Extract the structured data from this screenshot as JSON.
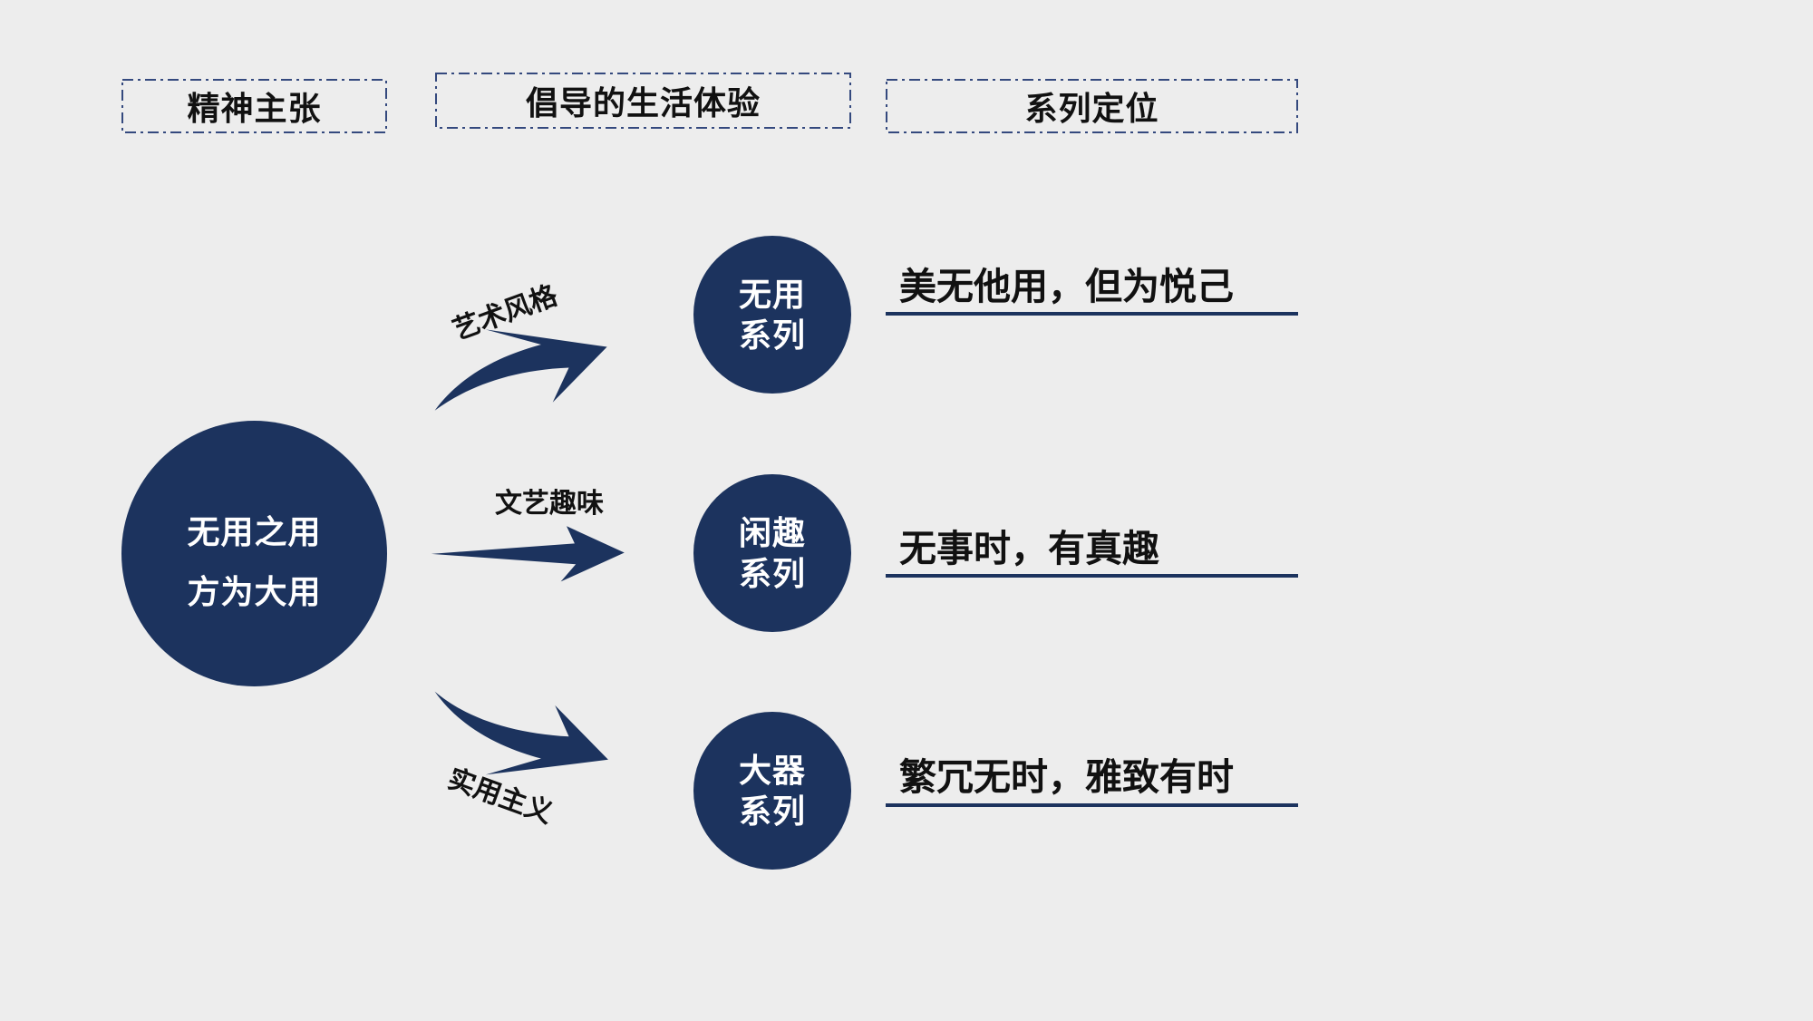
{
  "headers": [
    "精神主张",
    "倡导的生活体验",
    "系列定位"
  ],
  "core": {
    "line1": "无用之用",
    "line2": "方为大用"
  },
  "arrows": [
    {
      "label": "艺术风格"
    },
    {
      "label": "文艺趣味"
    },
    {
      "label": "实用主义"
    }
  ],
  "series": [
    {
      "name_line1": "无用",
      "name_line2": "系列",
      "tagline": "美无他用，但为悦己"
    },
    {
      "name_line1": "闲趣",
      "name_line2": "系列",
      "tagline": "无事时，有真趣"
    },
    {
      "name_line1": "大器",
      "name_line2": "系列",
      "tagline": "繁冗无时，雅致有时"
    }
  ],
  "colors": {
    "navy": "#1c335e",
    "frame": "#34497e",
    "background": "#ededed",
    "text": "#111111"
  }
}
